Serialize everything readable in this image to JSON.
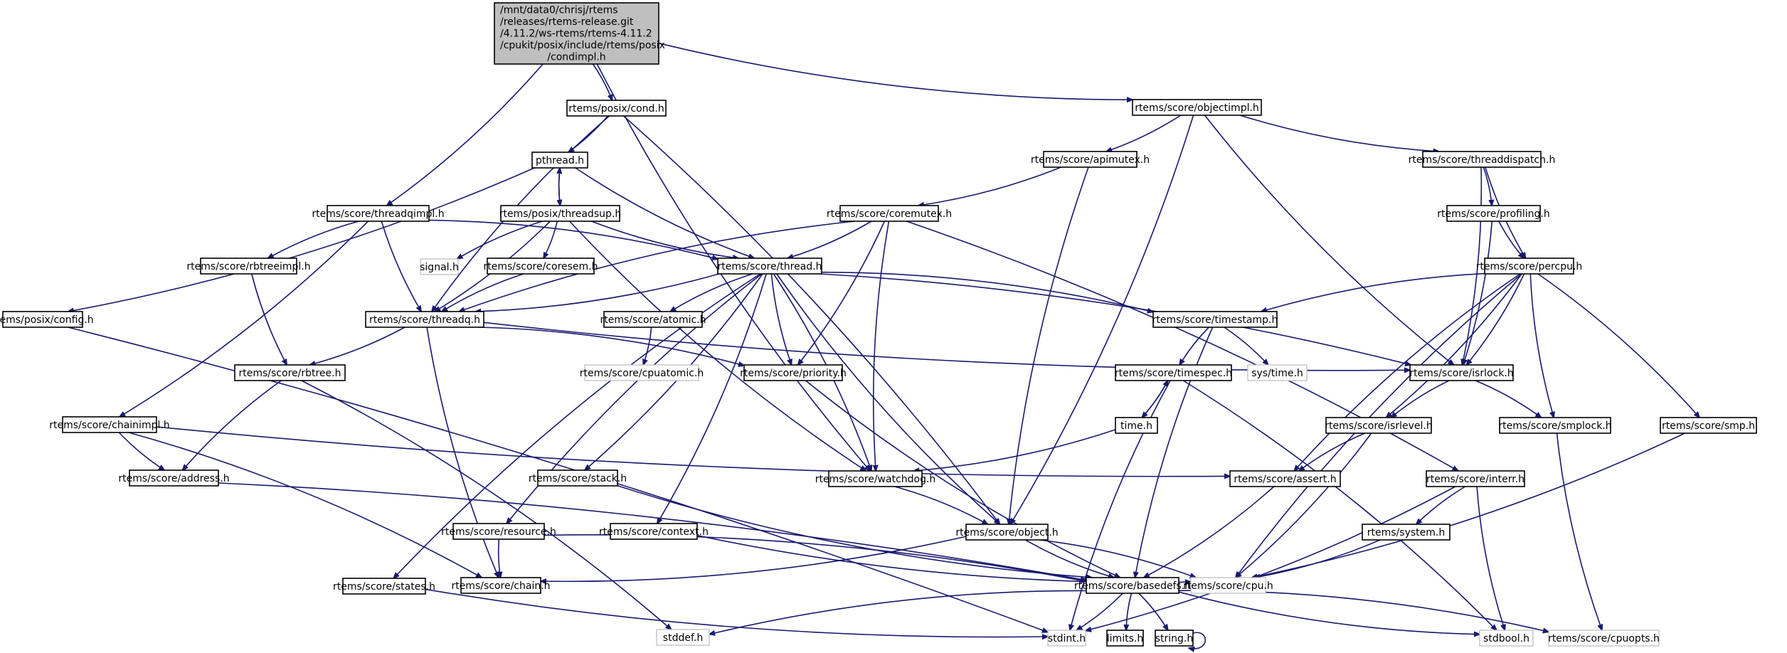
{
  "title": "Include dependency graph for condimpl.h",
  "colors": {
    "edge": "#191970",
    "node_border": "#000000",
    "node_border_external": "#bfbfbf",
    "root_fill": "#bfbfbf",
    "node_fill": "#ffffff"
  },
  "nodes": [
    {
      "id": "root",
      "label": "/mnt/data0/chrisj/rtems\n/releases/rtems-release.git\n/4.11.2/ws-rtems/rtems-4.11.2\n/cpukit/posix/include/rtems/posix\n/condimpl.h",
      "kind": "root"
    },
    {
      "id": "cond",
      "label": "rtems/posix/cond.h",
      "kind": "internal"
    },
    {
      "id": "objectimpl",
      "label": "rtems/score/objectimpl.h",
      "kind": "internal"
    },
    {
      "id": "pthread",
      "label": "pthread.h",
      "kind": "internal"
    },
    {
      "id": "apimutex",
      "label": "rtems/score/apimutex.h",
      "kind": "internal"
    },
    {
      "id": "threaddispatch",
      "label": "rtems/score/threaddispatch.h",
      "kind": "internal"
    },
    {
      "id": "threadqimpl",
      "label": "rtems/score/threadqimpl.h",
      "kind": "internal"
    },
    {
      "id": "threadsup",
      "label": "rtems/posix/threadsup.h",
      "kind": "internal"
    },
    {
      "id": "coremutex",
      "label": "rtems/score/coremutex.h",
      "kind": "internal"
    },
    {
      "id": "profiling",
      "label": "rtems/score/profiling.h",
      "kind": "internal"
    },
    {
      "id": "rbtreeimpl",
      "label": "rtems/score/rbtreeimpl.h",
      "kind": "internal"
    },
    {
      "id": "signal",
      "label": "signal.h",
      "kind": "external"
    },
    {
      "id": "coresem",
      "label": "rtems/score/coresem.h",
      "kind": "internal"
    },
    {
      "id": "thread",
      "label": "rtems/score/thread.h",
      "kind": "internal"
    },
    {
      "id": "percpu",
      "label": "rtems/score/percpu.h",
      "kind": "internal"
    },
    {
      "id": "config",
      "label": "rtems/posix/config.h",
      "kind": "internal"
    },
    {
      "id": "threadq",
      "label": "rtems/score/threadq.h",
      "kind": "internal"
    },
    {
      "id": "atomic",
      "label": "rtems/score/atomic.h",
      "kind": "internal"
    },
    {
      "id": "timestamp",
      "label": "rtems/score/timestamp.h",
      "kind": "internal"
    },
    {
      "id": "rbtree",
      "label": "rtems/score/rbtree.h",
      "kind": "internal"
    },
    {
      "id": "cpuatomic",
      "label": "rtems/score/cpuatomic.h",
      "kind": "external"
    },
    {
      "id": "priority",
      "label": "rtems/score/priority.h",
      "kind": "internal"
    },
    {
      "id": "timespec",
      "label": "rtems/score/timespec.h",
      "kind": "internal"
    },
    {
      "id": "systime",
      "label": "sys/time.h",
      "kind": "external"
    },
    {
      "id": "isrlock",
      "label": "rtems/score/isrlock.h",
      "kind": "internal"
    },
    {
      "id": "chainimpl",
      "label": "rtems/score/chainimpl.h",
      "kind": "internal"
    },
    {
      "id": "timeh",
      "label": "time.h",
      "kind": "internal"
    },
    {
      "id": "isrlevel",
      "label": "rtems/score/isrlevel.h",
      "kind": "internal"
    },
    {
      "id": "smplock",
      "label": "rtems/score/smplock.h",
      "kind": "internal"
    },
    {
      "id": "smp",
      "label": "rtems/score/smp.h",
      "kind": "internal"
    },
    {
      "id": "address",
      "label": "rtems/score/address.h",
      "kind": "internal"
    },
    {
      "id": "stack",
      "label": "rtems/score/stack.h",
      "kind": "internal"
    },
    {
      "id": "watchdog",
      "label": "rtems/score/watchdog.h",
      "kind": "internal"
    },
    {
      "id": "assert",
      "label": "rtems/score/assert.h",
      "kind": "internal"
    },
    {
      "id": "interr",
      "label": "rtems/score/interr.h",
      "kind": "internal"
    },
    {
      "id": "resource",
      "label": "rtems/score/resource.h",
      "kind": "internal"
    },
    {
      "id": "context",
      "label": "rtems/score/context.h",
      "kind": "internal"
    },
    {
      "id": "object",
      "label": "rtems/score/object.h",
      "kind": "internal"
    },
    {
      "id": "system",
      "label": "rtems/system.h",
      "kind": "internal"
    },
    {
      "id": "states",
      "label": "rtems/score/states.h",
      "kind": "internal"
    },
    {
      "id": "chain",
      "label": "rtems/score/chain.h",
      "kind": "internal"
    },
    {
      "id": "basedefs",
      "label": "rtems/score/basedefs.h",
      "kind": "internal"
    },
    {
      "id": "cpu",
      "label": "rtems/score/cpu.h",
      "kind": "external"
    },
    {
      "id": "stddef",
      "label": "stddef.h",
      "kind": "external"
    },
    {
      "id": "stdint",
      "label": "stdint.h",
      "kind": "external"
    },
    {
      "id": "limits",
      "label": "limits.h",
      "kind": "internal"
    },
    {
      "id": "string",
      "label": "string.h",
      "kind": "internal"
    },
    {
      "id": "stdbool",
      "label": "stdbool.h",
      "kind": "external"
    },
    {
      "id": "cpuopts",
      "label": "rtems/score/cpuopts.h",
      "kind": "external"
    }
  ],
  "edges": [
    [
      "root",
      "cond"
    ],
    [
      "root",
      "objectimpl"
    ],
    [
      "root",
      "threadqimpl"
    ],
    [
      "root",
      "watchdog"
    ],
    [
      "cond",
      "pthread"
    ],
    [
      "cond",
      "threadq"
    ],
    [
      "cond",
      "object"
    ],
    [
      "pthread",
      "threadsup"
    ],
    [
      "pthread",
      "config"
    ],
    [
      "pthread",
      "thread"
    ],
    [
      "threadsup",
      "pthread"
    ],
    [
      "threadsup",
      "signal"
    ],
    [
      "threadsup",
      "coresem"
    ],
    [
      "threadsup",
      "thread"
    ],
    [
      "threadsup",
      "threadq"
    ],
    [
      "threadsup",
      "watchdog"
    ],
    [
      "objectimpl",
      "apimutex"
    ],
    [
      "objectimpl",
      "threaddispatch"
    ],
    [
      "objectimpl",
      "object"
    ],
    [
      "objectimpl",
      "isrlock"
    ],
    [
      "apimutex",
      "coremutex"
    ],
    [
      "apimutex",
      "object"
    ],
    [
      "threaddispatch",
      "profiling"
    ],
    [
      "threaddispatch",
      "percpu"
    ],
    [
      "threaddispatch",
      "isrlock"
    ],
    [
      "profiling",
      "percpu"
    ],
    [
      "profiling",
      "isrlock"
    ],
    [
      "threadqimpl",
      "rbtreeimpl"
    ],
    [
      "threadqimpl",
      "chainimpl"
    ],
    [
      "threadqimpl",
      "threadq"
    ],
    [
      "threadqimpl",
      "thread"
    ],
    [
      "rbtreeimpl",
      "rbtree"
    ],
    [
      "coremutex",
      "thread"
    ],
    [
      "coremutex",
      "threadq"
    ],
    [
      "coremutex",
      "priority"
    ],
    [
      "coremutex",
      "watchdog"
    ],
    [
      "coremutex",
      "interr"
    ],
    [
      "coresem",
      "threadq"
    ],
    [
      "thread",
      "threadq"
    ],
    [
      "thread",
      "atomic"
    ],
    [
      "thread",
      "timestamp"
    ],
    [
      "thread",
      "priority"
    ],
    [
      "thread",
      "watchdog"
    ],
    [
      "thread",
      "object"
    ],
    [
      "thread",
      "stack"
    ],
    [
      "thread",
      "resource"
    ],
    [
      "thread",
      "context"
    ],
    [
      "thread",
      "states"
    ],
    [
      "thread",
      "isrlock"
    ],
    [
      "percpu",
      "timestamp"
    ],
    [
      "percpu",
      "isrlock"
    ],
    [
      "percpu",
      "smplock"
    ],
    [
      "percpu",
      "smp"
    ],
    [
      "percpu",
      "assert"
    ],
    [
      "percpu",
      "isrlevel"
    ],
    [
      "percpu",
      "cpu"
    ],
    [
      "threadq",
      "rbtree"
    ],
    [
      "threadq",
      "chain"
    ],
    [
      "threadq",
      "priority"
    ],
    [
      "threadq",
      "isrlock"
    ],
    [
      "atomic",
      "cpuatomic"
    ],
    [
      "timestamp",
      "timespec"
    ],
    [
      "timestamp",
      "systime"
    ],
    [
      "timestamp",
      "basedefs"
    ],
    [
      "timespec",
      "timeh"
    ],
    [
      "timespec",
      "stdint"
    ],
    [
      "timespec",
      "stdbool"
    ],
    [
      "timeh",
      "timespec"
    ],
    [
      "timeh",
      "watchdog"
    ],
    [
      "rbtree",
      "address"
    ],
    [
      "rbtree",
      "stddef"
    ],
    [
      "isrlock",
      "isrlevel"
    ],
    [
      "isrlock",
      "smplock"
    ],
    [
      "isrlevel",
      "assert"
    ],
    [
      "isrlevel",
      "cpu"
    ],
    [
      "smplock",
      "cpuopts"
    ],
    [
      "smp",
      "cpu"
    ],
    [
      "chainimpl",
      "address"
    ],
    [
      "chainimpl",
      "chain"
    ],
    [
      "chainimpl",
      "assert"
    ],
    [
      "address",
      "basedefs"
    ],
    [
      "stack",
      "basedefs"
    ],
    [
      "watchdog",
      "object"
    ],
    [
      "priority",
      "basedefs"
    ],
    [
      "assert",
      "basedefs"
    ],
    [
      "interr",
      "system"
    ],
    [
      "interr",
      "stdint"
    ],
    [
      "interr",
      "stdbool"
    ],
    [
      "system",
      "cpu"
    ],
    [
      "resource",
      "chain"
    ],
    [
      "resource",
      "basedefs"
    ],
    [
      "context",
      "cpu"
    ],
    [
      "object",
      "chain"
    ],
    [
      "object",
      "basedefs"
    ],
    [
      "object",
      "cpu"
    ],
    [
      "states",
      "stdint"
    ],
    [
      "config",
      "stdint"
    ],
    [
      "basedefs",
      "stddef"
    ],
    [
      "basedefs",
      "stdint"
    ],
    [
      "basedefs",
      "limits"
    ],
    [
      "basedefs",
      "string"
    ],
    [
      "basedefs",
      "stdbool"
    ],
    [
      "basedefs",
      "cpuopts"
    ],
    [
      "string",
      "string"
    ]
  ]
}
